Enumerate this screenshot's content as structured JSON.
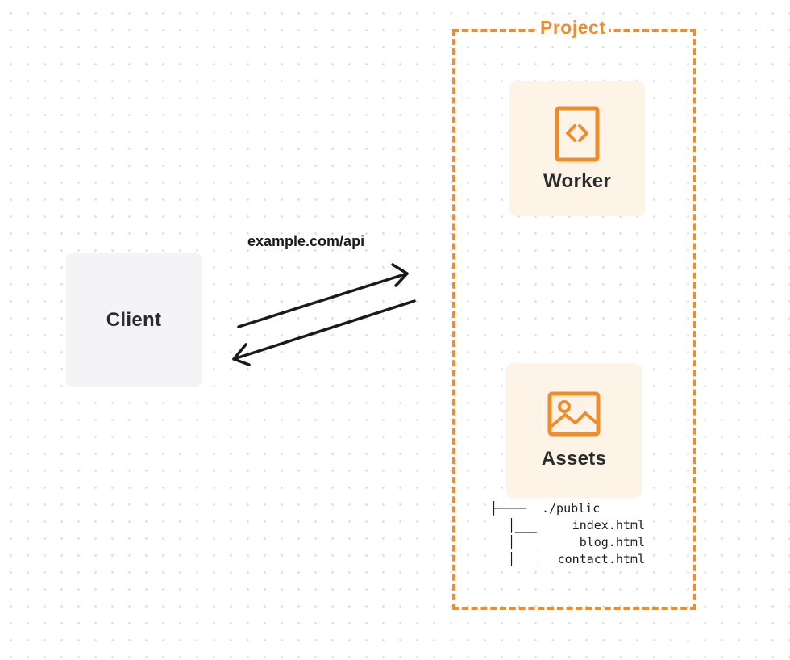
{
  "diagram": {
    "project": {
      "title": "Project",
      "color": "#f08c2c"
    },
    "client": {
      "label": "Client",
      "color": "#f4f4f6"
    },
    "route": {
      "label": "example.com/api"
    },
    "worker": {
      "label": "Worker",
      "icon": "code-file-icon",
      "color": "#fdf3e6"
    },
    "assets": {
      "label": "Assets",
      "icon": "image-icon",
      "color": "#fdf3e6"
    },
    "file_tree": {
      "root_prefix": "├────",
      "root": "./public",
      "branch": "│___",
      "files": [
        "index.html",
        "blog.html",
        "contact.html"
      ]
    }
  }
}
